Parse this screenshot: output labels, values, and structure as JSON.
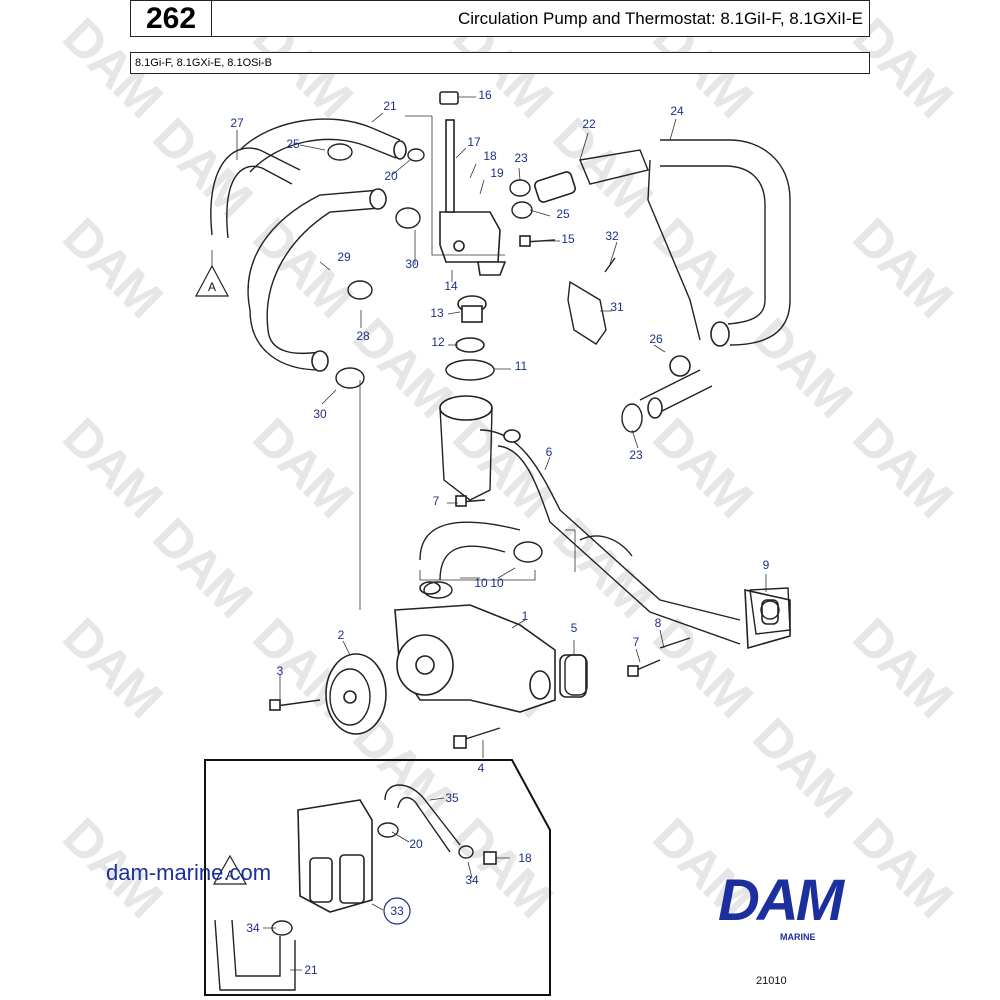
{
  "header": {
    "page_number": "262",
    "title": "Circulation Pump and Thermostat: 8.1GiI-F,  8.1GXiI-E",
    "models": "8.1Gi-F, 8.1GXi-E, 8.1OSi-B"
  },
  "callouts": [
    "1",
    "2",
    "3",
    "4",
    "5",
    "6",
    "7",
    "7",
    "8",
    "9",
    "10",
    "10",
    "11",
    "12",
    "13",
    "14",
    "15",
    "16",
    "17",
    "18",
    "19",
    "20",
    "21",
    "22",
    "23",
    "23",
    "24",
    "25",
    "25",
    "26",
    "27",
    "28",
    "29",
    "30",
    "30",
    "31",
    "32"
  ],
  "inset_callouts": [
    "35",
    "20",
    "18",
    "34",
    "34",
    "33",
    "21"
  ],
  "reference_marker": "A",
  "watermark": "DAM",
  "footer": {
    "site": "dam-marine.com",
    "brand": "DAM",
    "brand_sub": "MARINE",
    "drawing_number": "21010"
  },
  "colors": {
    "label_blue": "#1e2f8a",
    "brand_blue": "#1b2f9e",
    "watermark_gray": "#e6e6e6"
  }
}
